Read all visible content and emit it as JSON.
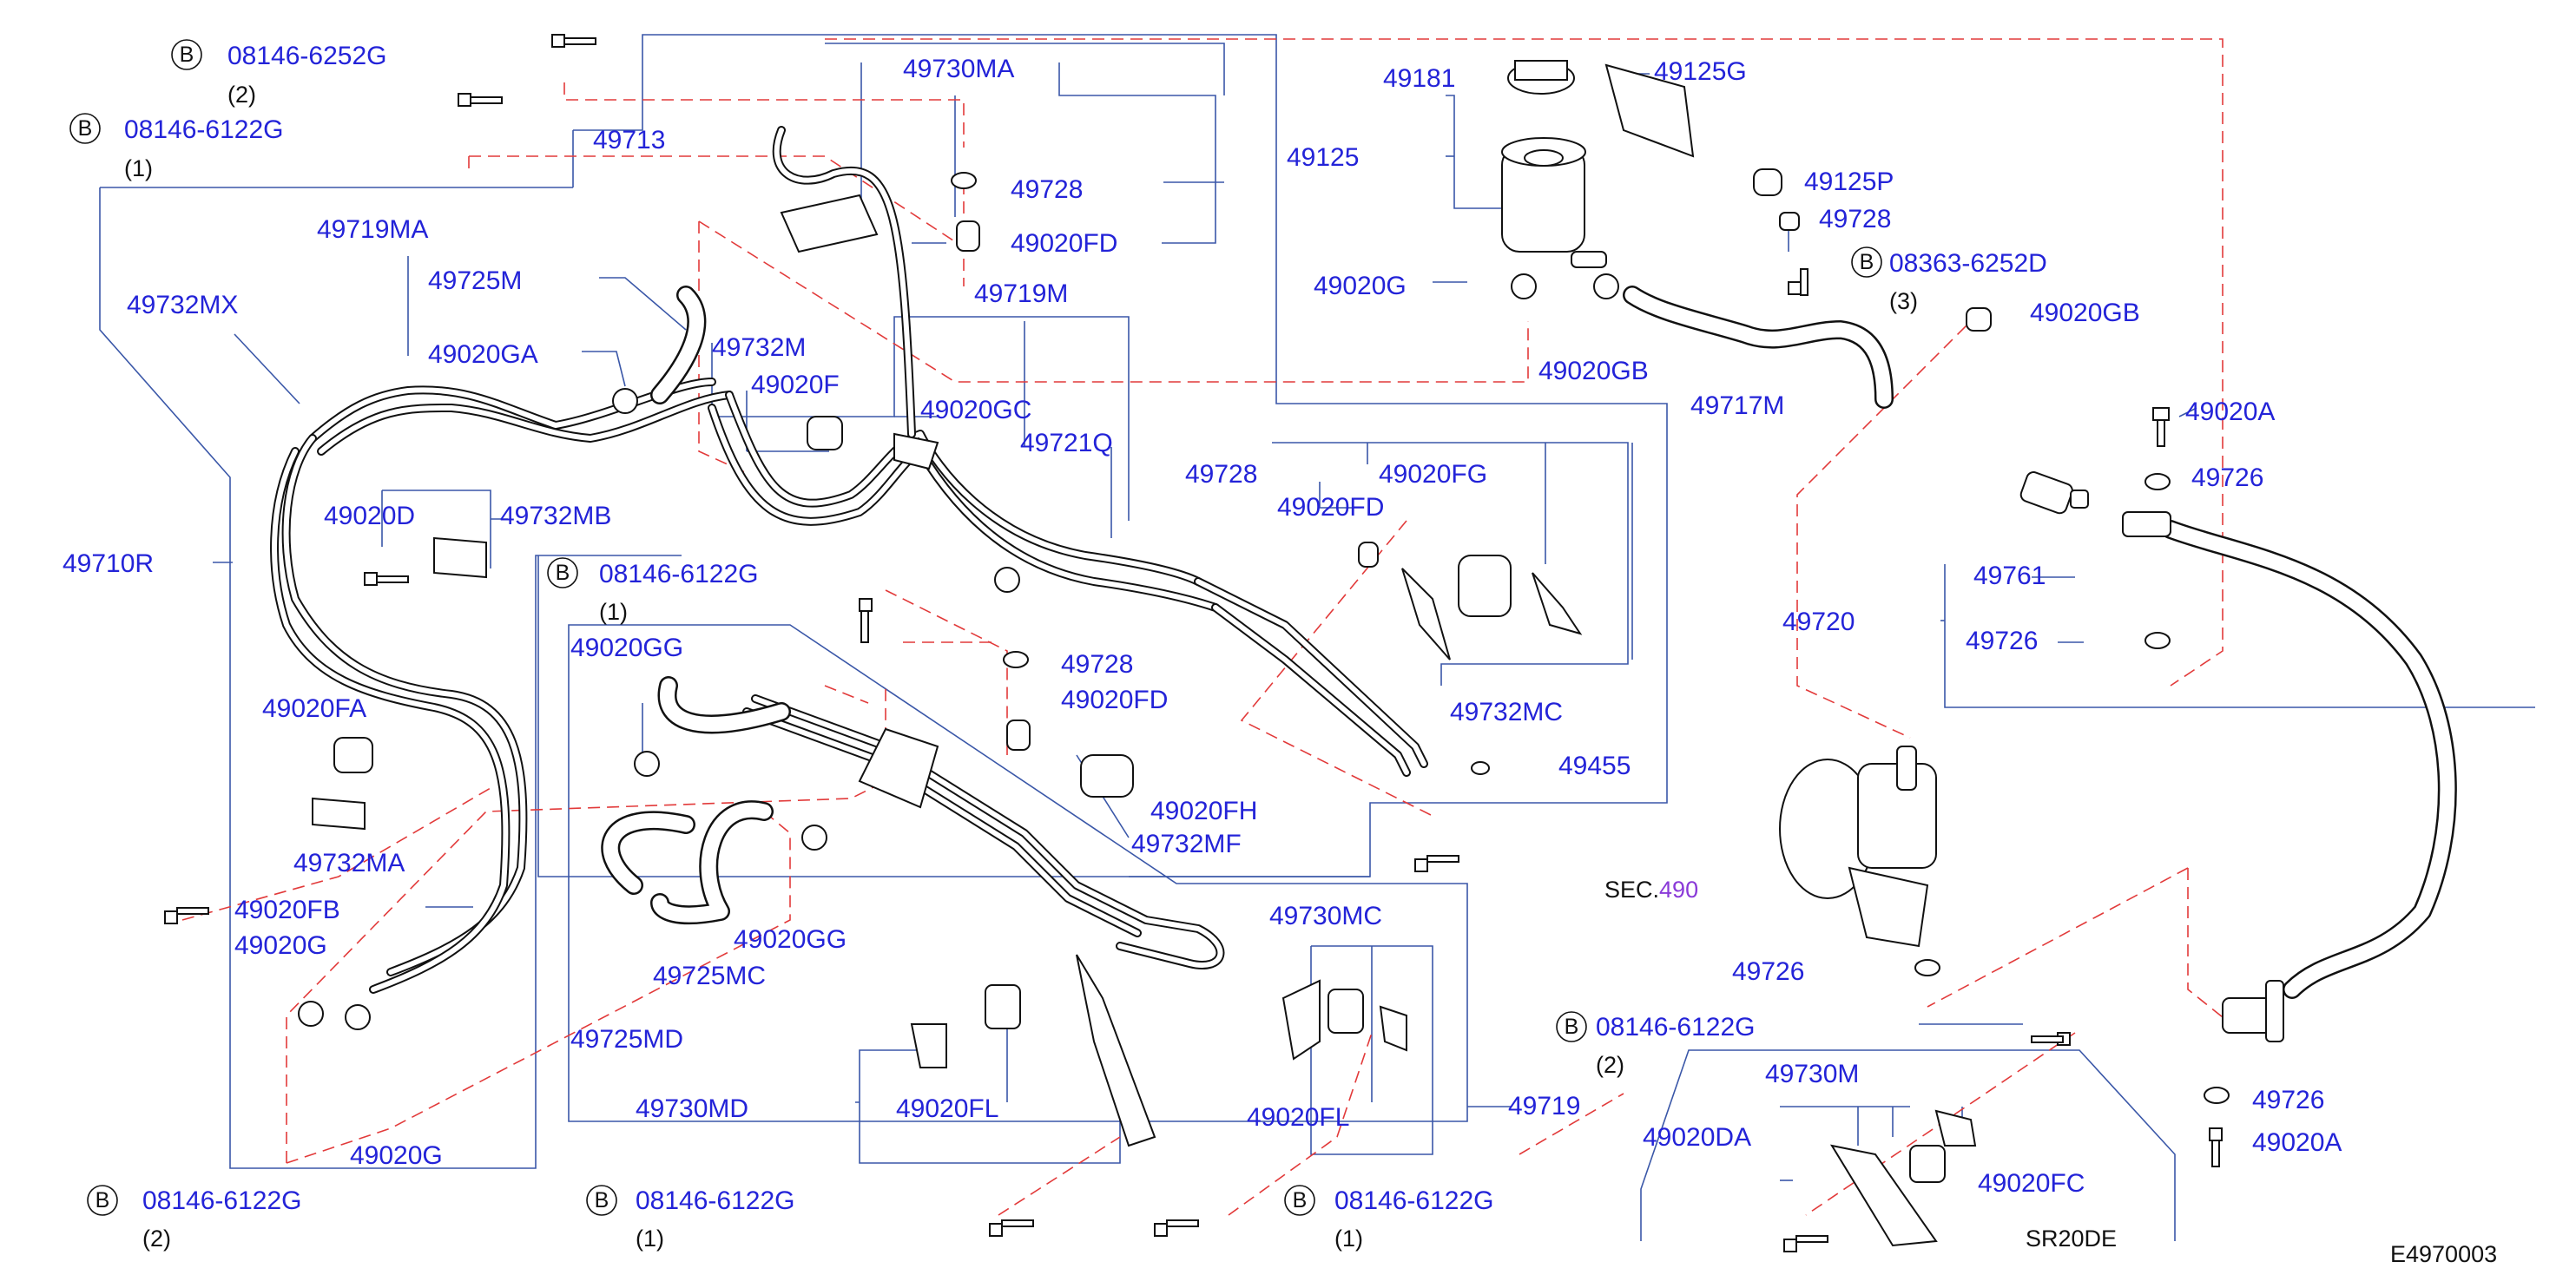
{
  "labels": {
    "l01": "08146-6252G",
    "l02": "08146-6122G",
    "l03": "49730MA",
    "l04": "49713",
    "l05": "49728",
    "l06": "49020FD",
    "l07": "49719MA",
    "l08": "49725M",
    "l09": "49732MX",
    "l10": "49020GA",
    "l11": "49732M",
    "l12": "49020F",
    "l13": "49719M",
    "l14": "49020GC",
    "l15": "49721Q",
    "l16": "49020D",
    "l17": "49732MB",
    "l18": "49710R",
    "l19": "08146-6122G",
    "l20": "49020GG",
    "l21": "49728",
    "l22": "49020FD",
    "l23": "49020FA",
    "l24": "49020FH",
    "l25": "49732MF",
    "l26": "49732MA",
    "l27": "49020FB",
    "l28": "49020G",
    "l29": "49020GG",
    "l30": "49725MC",
    "l31": "49725MD",
    "l32": "49730MD",
    "l33": "49020FL",
    "l34": "49020G",
    "l35": "08146-6122G",
    "l36": "08146-6122G",
    "l37": "08146-6122G",
    "l38": "49730MC",
    "l39": "49020FL",
    "l40": "49719",
    "l41": "49181",
    "l42": "49125G",
    "l43": "49125",
    "l44": "49125P",
    "l45": "49728",
    "l46": "08363-6252D",
    "l47": "49020G",
    "l48": "49020GB",
    "l49": "49717M",
    "l50": "49020GB",
    "l51": "49728",
    "l52": "49020FG",
    "l53": "49020FD",
    "l54": "49732MC",
    "l55": "49455",
    "l56": "49020A",
    "l57": "49726",
    "l58": "49761",
    "l59": "49720",
    "l60": "49726",
    "l61": "SEC.",
    "l62": "490",
    "l63": "49726",
    "l64": "08146-6122G",
    "l65": "49730M",
    "l66": "49020DA",
    "l67": "49020FC",
    "l68": "49726",
    "l69": "49020A"
  },
  "qty": {
    "q01": "(2)",
    "q02": "(1)",
    "q03": "(1)",
    "q04": "(3)",
    "q05": "(2)",
    "q06": "(2)",
    "q07": "(1)",
    "q08": "(1)"
  },
  "bolt_mark": "B",
  "variant_note": "SR20DE",
  "diagram_code": "E4970003",
  "colors": {
    "part_label": "#2323d8",
    "leader": "#3a57a8",
    "dash": "#e23a3a",
    "sec_link": "#8a3ad8"
  }
}
